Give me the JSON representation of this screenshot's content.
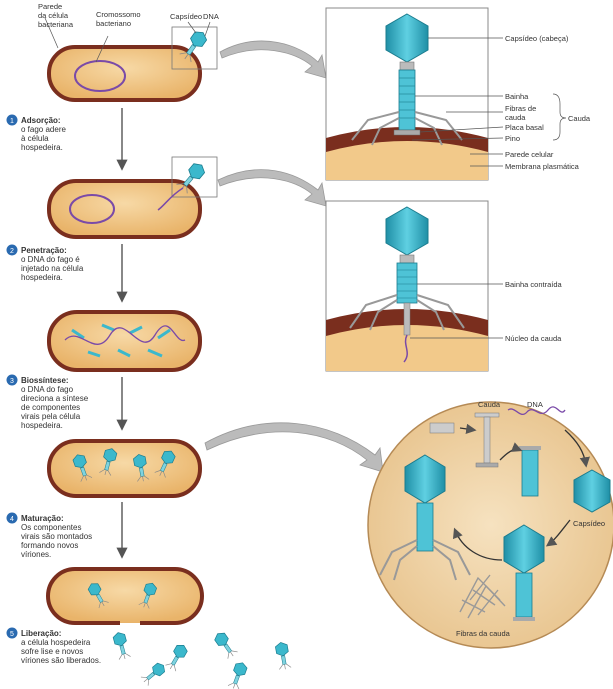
{
  "labels": {
    "cell_wall": [
      "Parede",
      "da célula",
      "bacteriana"
    ],
    "chromosome": [
      "Cromossomo",
      "bacteriano"
    ],
    "capsid_top": "Capsídeo",
    "dna_top": "DNA",
    "capsid_head": "Capsídeo (cabeça)",
    "sheath": "Bainha",
    "tail_fibers": [
      "Fibras de",
      "cauda"
    ],
    "tail": "Cauda",
    "base_plate": "Placa basal",
    "pin": "Pino",
    "cell_wall_right": "Parede celular",
    "plasma_membrane": "Membrana plasmática",
    "contracted_sheath": "Bainha contraída",
    "tail_core": "Núcleo da cauda",
    "cycle_tail": "Cauda",
    "cycle_dna": "DNA",
    "cycle_capsid": "Capsídeo",
    "cycle_tail_fibers": "Fibras da cauda"
  },
  "steps": [
    {
      "number": "1",
      "title": "Adsorção:",
      "lines": [
        "o fago adere",
        "à célula",
        "hospedeira."
      ]
    },
    {
      "number": "2",
      "title": "Penetração:",
      "lines": [
        "o DNA do fago é",
        "injetado na célula",
        "hospedeira."
      ]
    },
    {
      "number": "3",
      "title": "Biossíntese:",
      "lines": [
        "o DNA do fago",
        "direciona a síntese",
        "de componentes",
        "virais pela célula",
        "hospedeira."
      ]
    },
    {
      "number": "4",
      "title": "Maturação:",
      "lines": [
        "Os componentes",
        "virais são montados",
        "formando novos",
        "víriones."
      ]
    },
    {
      "number": "5",
      "title": "Liberação:",
      "lines": [
        "a célula hospedeira",
        "sofre lise e novos",
        "víriones são liberados."
      ]
    }
  ],
  "colors": {
    "cell_fill": "#f2c98a",
    "cell_wall": "#7a2e1e",
    "phage": "#37b6c9",
    "dna": "#7a4aa8",
    "step_badge": "#2a6ab0",
    "zoom_bg": "#f5e3c3"
  }
}
